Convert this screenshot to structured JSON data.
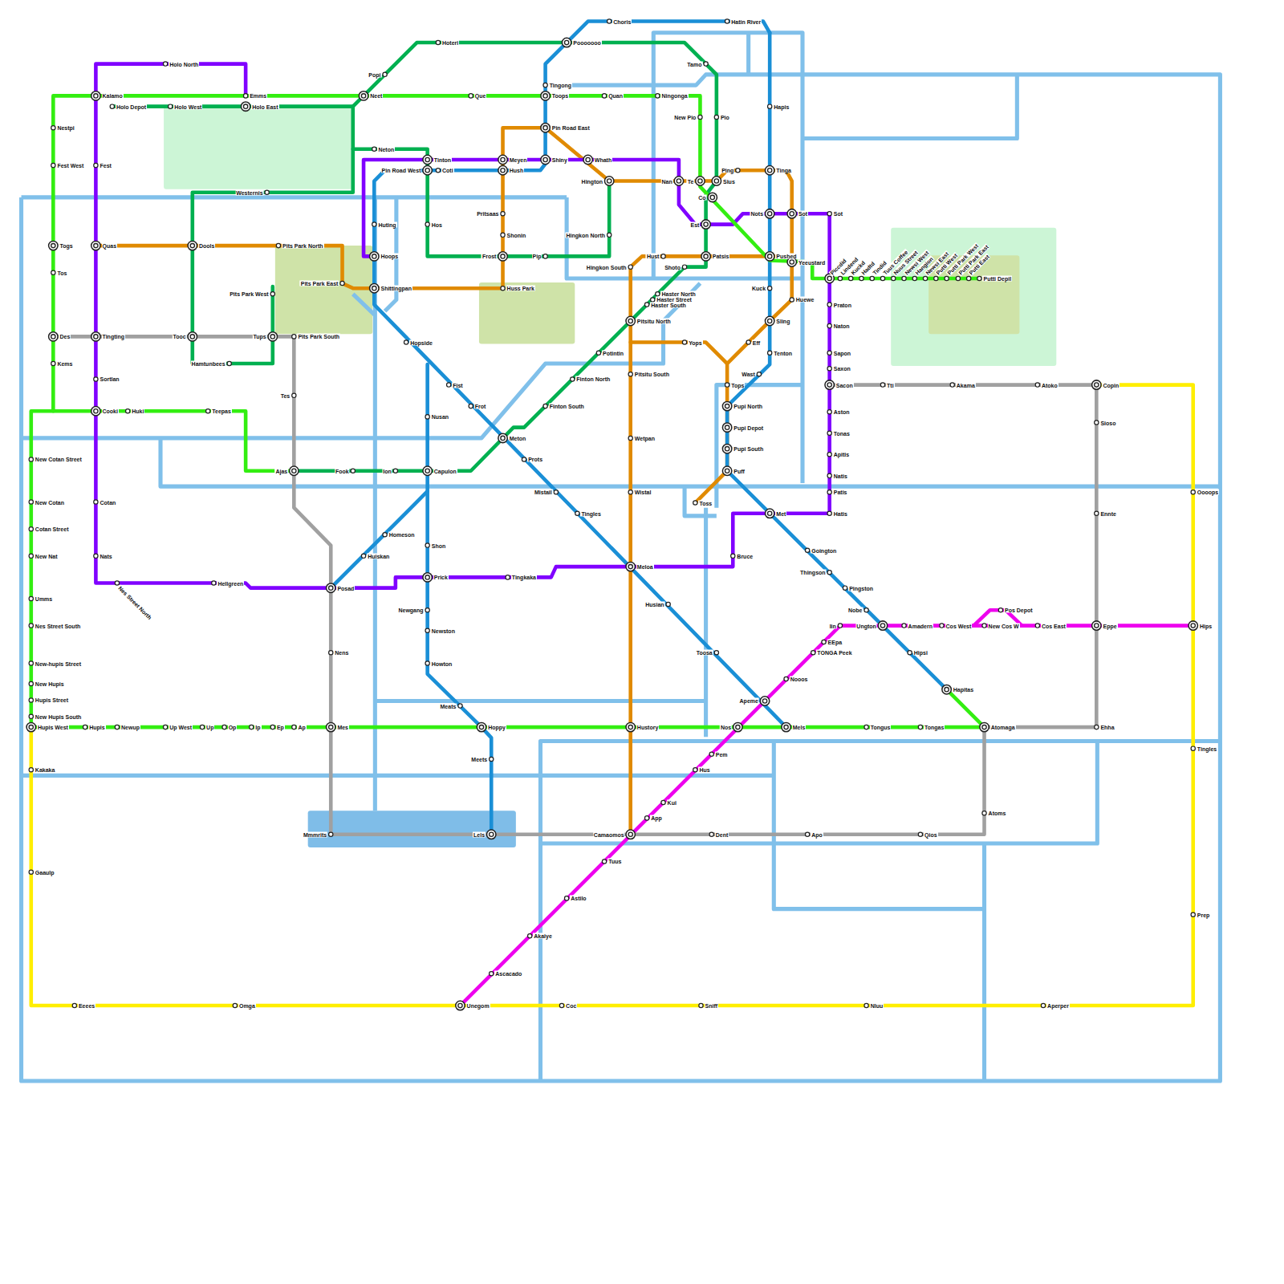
{
  "diagram": {
    "labels": [
      "Kalamo",
      "Nestpi",
      "Fest West",
      "Togs",
      "Tos",
      "Des",
      "Kems",
      "Holo North",
      "Emms",
      "Holo Depot",
      "Holo West",
      "Holo East",
      "Neet",
      "Que",
      "Toops",
      "Quan",
      "Ningonga",
      "New Pio",
      "Popi",
      "Hoteri",
      "Pooooooo",
      "Choris",
      "Hatin River",
      "Tamo",
      "Pio",
      "Hapis",
      "Tingong",
      "Pin Road East",
      "Fest",
      "Neton",
      "Tinton",
      "Pin Road West",
      "Coti",
      "Meyen",
      "Hush",
      "Shiny",
      "Whath",
      "Hington",
      "Nan",
      "Te",
      "Sius",
      "Co",
      "Ping",
      "Tinga",
      "Westernis",
      "Quas",
      "Dools",
      "Pits Park North",
      "Pits Park East",
      "Shittingpan",
      "Hoops",
      "Huting",
      "Hos",
      "Pritsaas",
      "Shonin",
      "Frost",
      "Pip",
      "Hingkon North",
      "Huss Park",
      "Nots",
      "Sot",
      "Sot",
      "Est",
      "Hust",
      "Hingkon South",
      "Shoto",
      "Patsis",
      "Pushed",
      "Yeeustard",
      "Kuck",
      "Huewe",
      "Sling",
      "Tenton",
      "Wast",
      "Eff",
      "Yops",
      "Tops",
      "Pupi North",
      "Pupi Depot",
      "Pupi South",
      "Puff",
      "Toss",
      "Pits Park West",
      "Tups",
      "Pits Park South",
      "Tingting",
      "Tooc",
      "Hamtunbees",
      "Sortlan",
      "Tes",
      "Cooki",
      "Huki",
      "Teepas",
      "Hopside",
      "Fist",
      "Frot",
      "Nusan",
      "Pitsitu North",
      "Haster North",
      "Haster Street",
      "Haster South",
      "Potintin",
      "Pitsitu South",
      "Finton North",
      "Finton South",
      "Meton",
      "Wetpan",
      "Prots",
      "Ajas",
      "Fook",
      "Ion",
      "Capulon",
      "Mistail",
      "Wistal",
      "Tingles",
      "Cotan",
      "Nats",
      "Nes Street North",
      "Hellgreen",
      "Posad",
      "Huiskan",
      "Homeson",
      "Shon",
      "Prick",
      "Tingkaka",
      "Meloa",
      "Bruce",
      "Met",
      "Hatis",
      "Patis",
      "Natis",
      "Apitis",
      "Tonas",
      "Aston",
      "Sacon",
      "Saxon",
      "Sapon",
      "Naton",
      "Praton",
      "Piccdid",
      "Lindend",
      "Kuckd",
      "Hadtd",
      "Tindid",
      "Tuus Coffee",
      "Nuus Street",
      "Newsi West",
      "Hangion",
      "Newsi East",
      "Putti West",
      "Putti Park West",
      "Putti Park East",
      "Putti East",
      "Putti Depil",
      "Tti",
      "Akama",
      "Atoko",
      "Copin",
      "Sioso",
      "Oooops",
      "Ennte",
      "Goington",
      "Thingson",
      "Pingston",
      "Husian",
      "Nobe",
      "Iin",
      "Ungton",
      "Amadern",
      "Cos West",
      "Pos Depot",
      "New Cos W",
      "Cos East",
      "Eppe",
      "Hips",
      "EEpa",
      "TONGA Peek",
      "Hipsi",
      "Toosa",
      "Nooos",
      "Hapitas",
      "Apeme",
      "Newgang",
      "Newston",
      "Nens",
      "Howton",
      "Meats",
      "Hupis West",
      "Hupis",
      "Newup",
      "Up West",
      "Up",
      "Op",
      "Ip",
      "Ep",
      "Ap",
      "Mes",
      "Hoppy",
      "Hustory",
      "Nos",
      "Mels",
      "Tongus",
      "Tongas",
      "Atomaga",
      "Ehha",
      "Tingles",
      "Pem",
      "Meets",
      "Hus",
      "Kakaka",
      "Kui",
      "Atoms",
      "App",
      "Mmmrits",
      "Lels",
      "Camaomos",
      "Dent",
      "Apo",
      "Qios",
      "Tuus",
      "Gaaulp",
      "Astilo",
      "Prep",
      "Akaiye",
      "Ascacado",
      "Eeees",
      "Omga",
      "Unegom",
      "Coc",
      "Sniff",
      "Nluu",
      "Aperper",
      "New Cotan Street",
      "New Cotan",
      "Cotan Street",
      "New Nat",
      "Umms",
      "Nes Street South",
      "New-hupis Street",
      "New Hupis",
      "Hupis Street",
      "New Hupis South"
    ]
  }
}
